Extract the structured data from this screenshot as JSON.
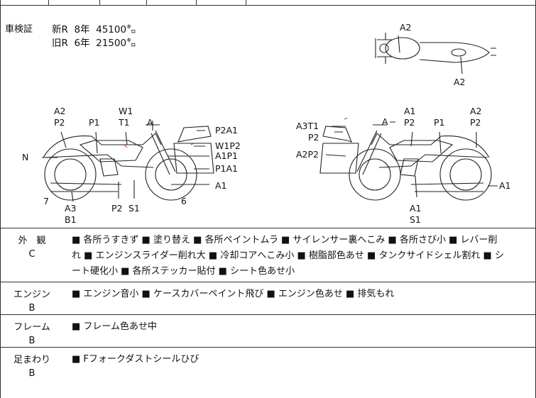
{
  "registration": {
    "label": "車検証",
    "new_line": "新R  8年  45100㌔",
    "old_line": "旧R  6年  21500㌔"
  },
  "diagram": {
    "top_labels": [
      "A2",
      "A2"
    ],
    "left_labels": [
      "A2",
      "P2",
      "P1",
      "W1",
      "T1",
      "A",
      "N",
      "7",
      "A3",
      "B1",
      "P2",
      "S1",
      "6",
      "P2A1",
      "W1P2",
      "A1P1",
      "P1A1",
      "A1"
    ],
    "right_labels": [
      "A3T1",
      "P2",
      "A2P2",
      "A",
      "A1",
      "P2",
      "P1",
      "A2",
      "P2",
      "A1",
      "A1",
      "S1"
    ]
  },
  "sections": [
    {
      "title": "外　観",
      "grade": "C",
      "items": [
        "各所うすきず",
        "塗り替え",
        "各所ペイントムラ",
        "サイレンサー裏へこみ",
        "各所さび小",
        "レバー削れ",
        "エンジンスライダー削れ大",
        "冷却コアへこみ小",
        "樹脂部色あせ",
        "タンクサイドシェル割れ",
        "シート硬化小",
        "各所ステッカー貼付",
        "シート色あせ小"
      ],
      "text_lines": [
        "■ 各所うすきず ■ 塗り替え ■ 各所ペイントムラ ■ サイレンサー裏へこみ ■ 各所さび小 ■ レバー削",
        "れ ■ エンジンスライダー削れ大 ■ 冷却コアへこみ小 ■ 樹脂部色あせ ■ タンクサイドシェル割れ ■ シ",
        "ート硬化小 ■ 各所ステッカー貼付 ■ シート色あせ小"
      ]
    },
    {
      "title": "エンジン",
      "grade": "B",
      "text_lines": [
        "■ エンジン音小 ■ ケースカバーペイント飛び ■ エンジン色あせ ■ 排気もれ"
      ]
    },
    {
      "title": "フレーム",
      "grade": "B",
      "text_lines": [
        "■ フレーム色あせ中"
      ]
    },
    {
      "title": "足まわり",
      "grade": "B",
      "text_lines": [
        "■ Fフォークダストシールひび"
      ]
    }
  ]
}
